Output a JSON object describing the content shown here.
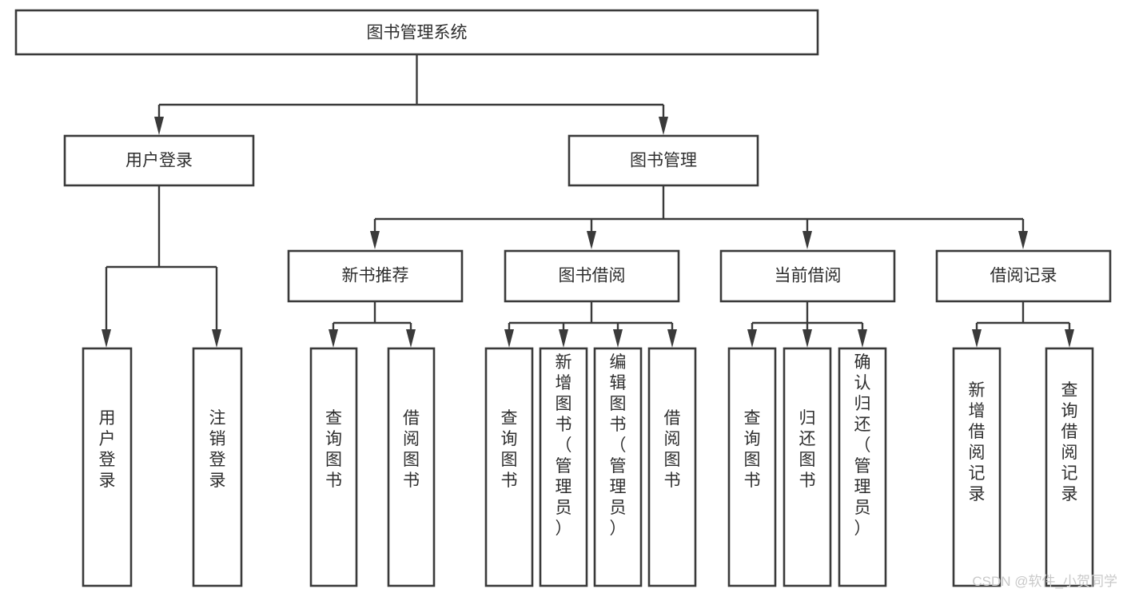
{
  "diagram": {
    "title": "图书管理系统",
    "type": "tree-hierarchy-diagram",
    "colors": {
      "box_border": "#3a3a3a",
      "box_fill": "#ffffff",
      "text": "#2e2e2e",
      "connector": "#3a3a3a",
      "watermark": "#c9c9c9",
      "background": "#ffffff"
    },
    "root": {
      "label": "图书管理系统"
    },
    "level1": [
      {
        "id": "user-login",
        "label": "用户登录"
      },
      {
        "id": "book-management",
        "label": "图书管理"
      }
    ],
    "level2": [
      {
        "id": "new-book-recommend",
        "label": "新书推荐",
        "parent": "book-management"
      },
      {
        "id": "book-borrow",
        "label": "图书借阅",
        "parent": "book-management"
      },
      {
        "id": "current-borrow",
        "label": "当前借阅",
        "parent": "book-management"
      },
      {
        "id": "borrow-record",
        "label": "借阅记录",
        "parent": "book-management"
      }
    ],
    "leaves": [
      {
        "id": "leaf-user-login",
        "label": "用户登录",
        "parent": "user-login"
      },
      {
        "id": "leaf-logout-login",
        "label": "注销登录",
        "parent": "user-login"
      },
      {
        "id": "leaf-query-book-1",
        "label": "查询图书",
        "parent": "new-book-recommend"
      },
      {
        "id": "leaf-borrow-book-1",
        "label": "借阅图书",
        "parent": "new-book-recommend"
      },
      {
        "id": "leaf-query-book-2",
        "label": "查询图书",
        "parent": "book-borrow"
      },
      {
        "id": "leaf-add-book",
        "label": "新增图书（管理员）",
        "parent": "book-borrow"
      },
      {
        "id": "leaf-edit-book",
        "label": "编辑图书（管理员）",
        "parent": "book-borrow"
      },
      {
        "id": "leaf-borrow-book-2",
        "label": "借阅图书",
        "parent": "book-borrow"
      },
      {
        "id": "leaf-query-book-3",
        "label": "查询图书",
        "parent": "current-borrow"
      },
      {
        "id": "leaf-return-book",
        "label": "归还图书",
        "parent": "current-borrow"
      },
      {
        "id": "leaf-confirm-return",
        "label": "确认归还（管理员）",
        "parent": "current-borrow"
      },
      {
        "id": "leaf-add-record",
        "label": "新增借阅记录",
        "parent": "borrow-record"
      },
      {
        "id": "leaf-query-record",
        "label": "查询借阅记录",
        "parent": "borrow-record"
      }
    ],
    "watermark": "CSDN @软件_小贺同学"
  }
}
